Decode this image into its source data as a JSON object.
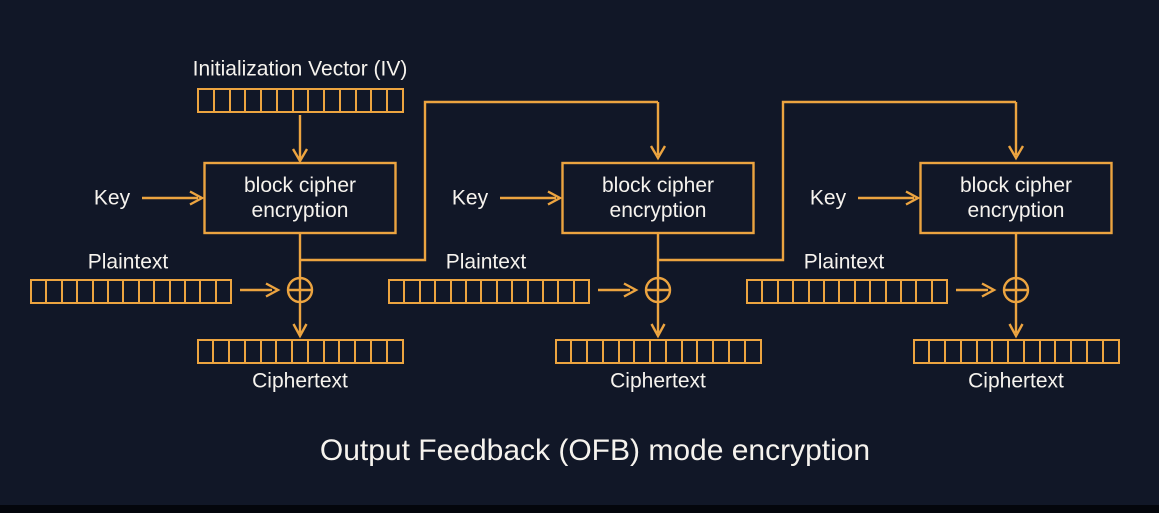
{
  "title": "Output Feedback (OFB) mode encryption",
  "labels": {
    "iv": "Initialization Vector (IV)",
    "key": "Key",
    "plaintext": "Plaintext",
    "ciphertext": "Ciphertext",
    "block_line1": "block cipher",
    "block_line2": "encryption"
  },
  "icons": {
    "xor": "circled-plus-xor"
  },
  "register_cells": 13,
  "units_count": 3,
  "colors": {
    "background": "#111727",
    "accent": "#ECA440",
    "text": "#F6F3EE",
    "bottom_bar": "#04060C"
  }
}
